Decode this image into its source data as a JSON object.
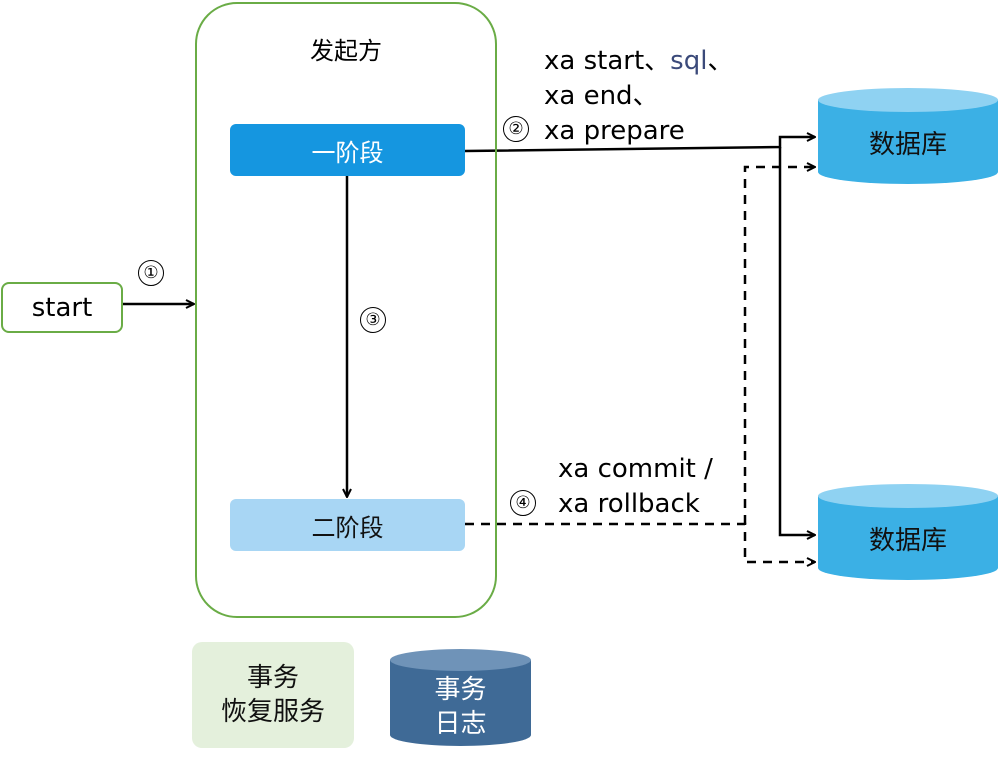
{
  "colors": {
    "green_border": "#6aac46",
    "phase1_fill": "#1596e0",
    "phase2_fill": "#a8d6f4",
    "db_fill": "#3bb0e5",
    "db_top": "#8fd2f2",
    "recovery_fill": "#e4f0dc",
    "log_fill": "#3f6a96",
    "log_top": "#6f93b8",
    "sql_text": "#3b4a7a"
  },
  "start": {
    "label": "start"
  },
  "initiator": {
    "title": "发起方"
  },
  "phase_one": {
    "label": "一阶段"
  },
  "phase_two": {
    "label": "二阶段"
  },
  "steps": {
    "s1": "①",
    "s2": "②",
    "s3": "③",
    "s4": "④"
  },
  "prepare_text": {
    "line1_a": "xa start、",
    "line1_b": "sql",
    "line1_c": "、",
    "line2": "xa end、",
    "line3": "xa prepare"
  },
  "commit_text": {
    "line1": "xa commit /",
    "line2": "xa rollback"
  },
  "databases": {
    "db1": "数据库",
    "db2": "数据库"
  },
  "recovery": {
    "line1": "事务",
    "line2": "恢复服务"
  },
  "txlog": {
    "line1": "事务",
    "line2": "日志"
  }
}
